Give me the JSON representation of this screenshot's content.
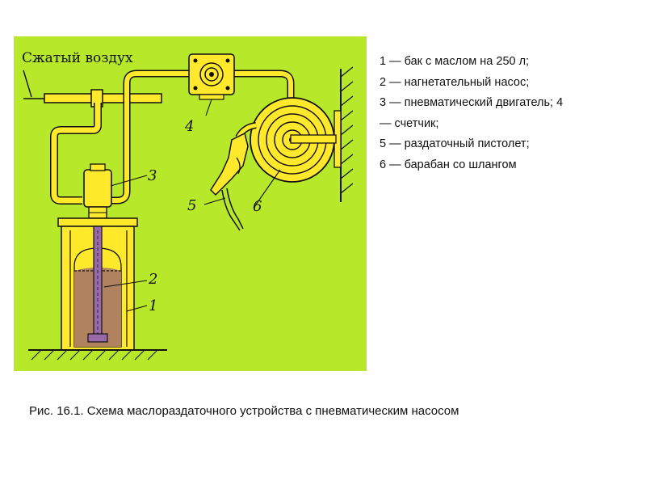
{
  "diagram": {
    "air_label": "Сжатый воздух",
    "numbers": [
      "1",
      "2",
      "3",
      "4",
      "5",
      "6"
    ]
  },
  "legend": [
    "1 — бак с маслом на 250 л;",
    "2 — нагнетательный насос;",
    "3 — пневматический двигатель; 4",
    "— счетчик;",
    "5 — раздаточный пистолет;",
    "6 — барабан со шлангом"
  ],
  "caption": "Рис. 16.1. Схема маслораздаточного устройства с пневматическим насосом",
  "colors": {
    "background": "#b7e82a",
    "equipment": "#ffe92a",
    "oil": "#b08260",
    "pump_rod": "#9a6aa8",
    "outline": "#1a1a1a"
  }
}
